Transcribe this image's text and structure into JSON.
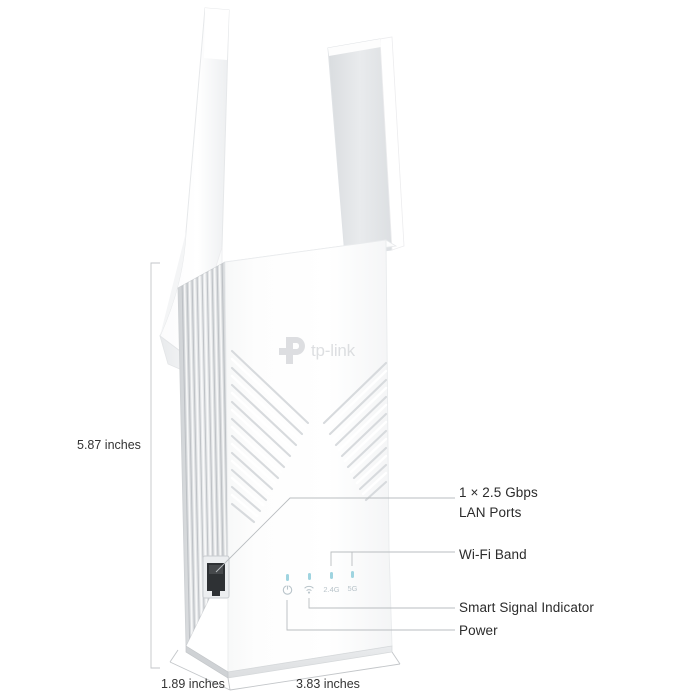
{
  "product": {
    "brand_logo_text": "tp-link",
    "type": "wifi-range-extender",
    "body_color": "#ffffff"
  },
  "dimensions": {
    "height": "5.87 inches",
    "depth": "1.89 inches",
    "width": "3.83 inches"
  },
  "callouts": {
    "lan": "1 × 2.5 Gbps\nLAN Ports",
    "band": "Wi-Fi Band",
    "signal": "Smart Signal Indicator",
    "power": "Power"
  },
  "leds": [
    {
      "name": "power-led",
      "glyph": "power-icon",
      "label": ""
    },
    {
      "name": "signal-led",
      "glyph": "signal-icon",
      "label": ""
    },
    {
      "name": "band-24g-led",
      "glyph": "text",
      "label": "2.4G"
    },
    {
      "name": "band-5g-led",
      "glyph": "text",
      "label": "5G"
    }
  ],
  "colors": {
    "led": "#9fd4e0",
    "led_text": "#b9c4ca",
    "line": "#b9bdc0",
    "text": "#2b2b2b",
    "logo": "#c9ccd0",
    "shell_light": "#ffffff",
    "shell_shade": "#f2f3f4",
    "shell_side": "#e3e5e7",
    "vent": "#d9dbdd",
    "port_dark": "#2e3134"
  }
}
